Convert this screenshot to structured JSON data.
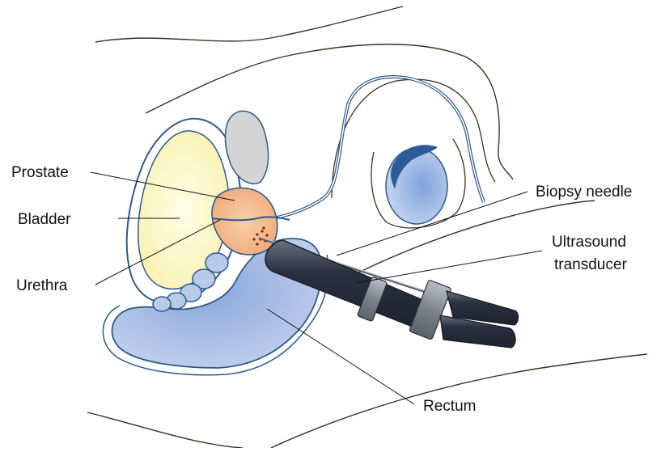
{
  "diagram": {
    "labels": {
      "prostate": "Prostate",
      "bladder": "Bladder",
      "urethra": "Urethra",
      "biopsy_needle": "Biopsy needle",
      "ultrasound_line1": "Ultrasound",
      "ultrasound_line2": "transducer",
      "rectum": "Rectum"
    },
    "colors": {
      "outline": "#3d3020",
      "organ_outline": "#2e5a8a",
      "bladder_fill": "#fbf8c4",
      "prostate_fill": "#f3b98c",
      "rectum_fill": "#9fb6e0",
      "testis_fill": "#8fb0e0",
      "pubic_bone_fill": "#d4d4d4",
      "transducer_dark": "#2b313d",
      "transducer_light": "#8a909a"
    }
  }
}
